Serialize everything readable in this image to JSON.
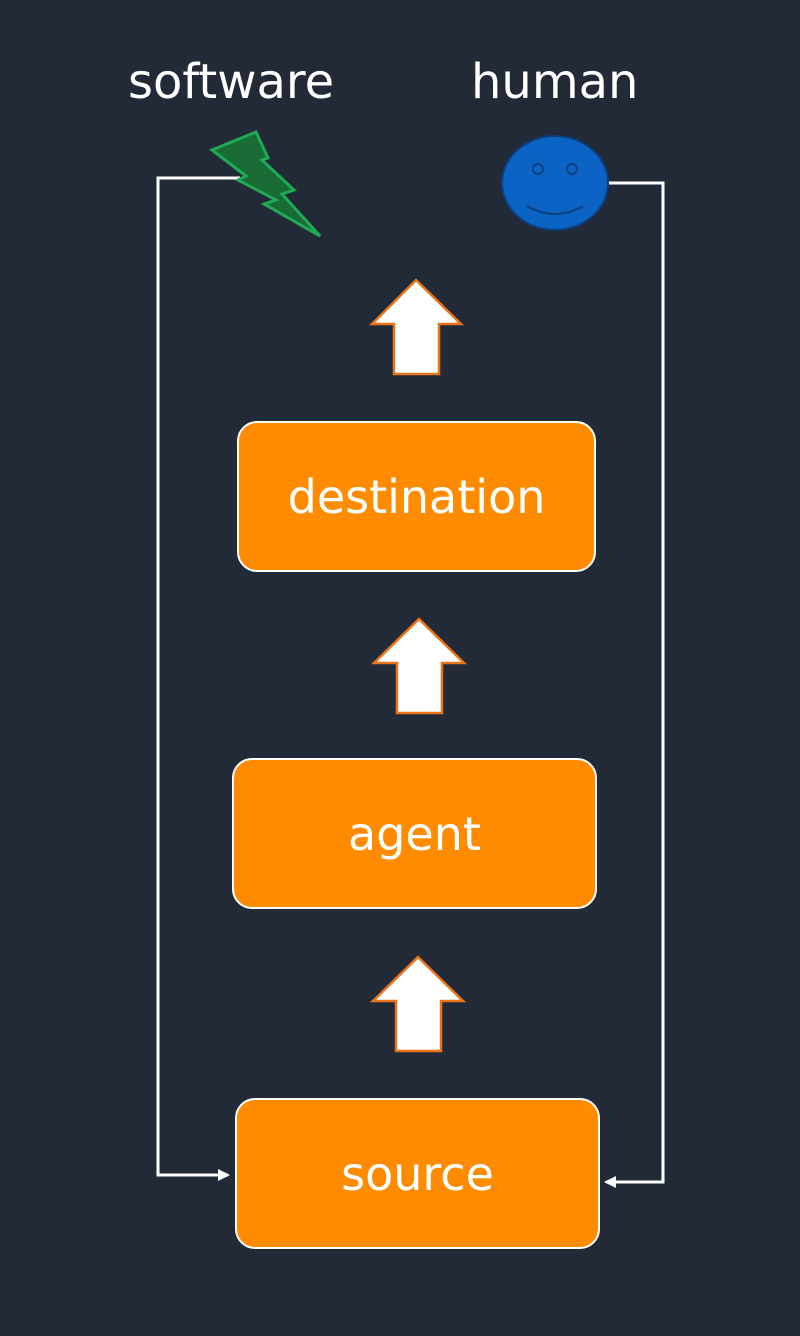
{
  "labels": {
    "software": "software",
    "human": "human"
  },
  "boxes": {
    "destination": "destination",
    "agent": "agent",
    "source": "source"
  },
  "colors": {
    "background": "#222a37",
    "box_fill": "#ff8c00",
    "box_border": "#ffffff",
    "arrow_fill": "#ffffff",
    "arrow_stroke": "#e8731a",
    "lightning_fill": "#1a6b35",
    "lightning_stroke": "#1faa55",
    "smiley_fill": "#0b63c4",
    "smiley_stroke": "#0a3f80",
    "connector_line": "#ffffff"
  },
  "icons": {
    "software": "lightning-bolt-icon",
    "human": "smiley-face-icon"
  }
}
